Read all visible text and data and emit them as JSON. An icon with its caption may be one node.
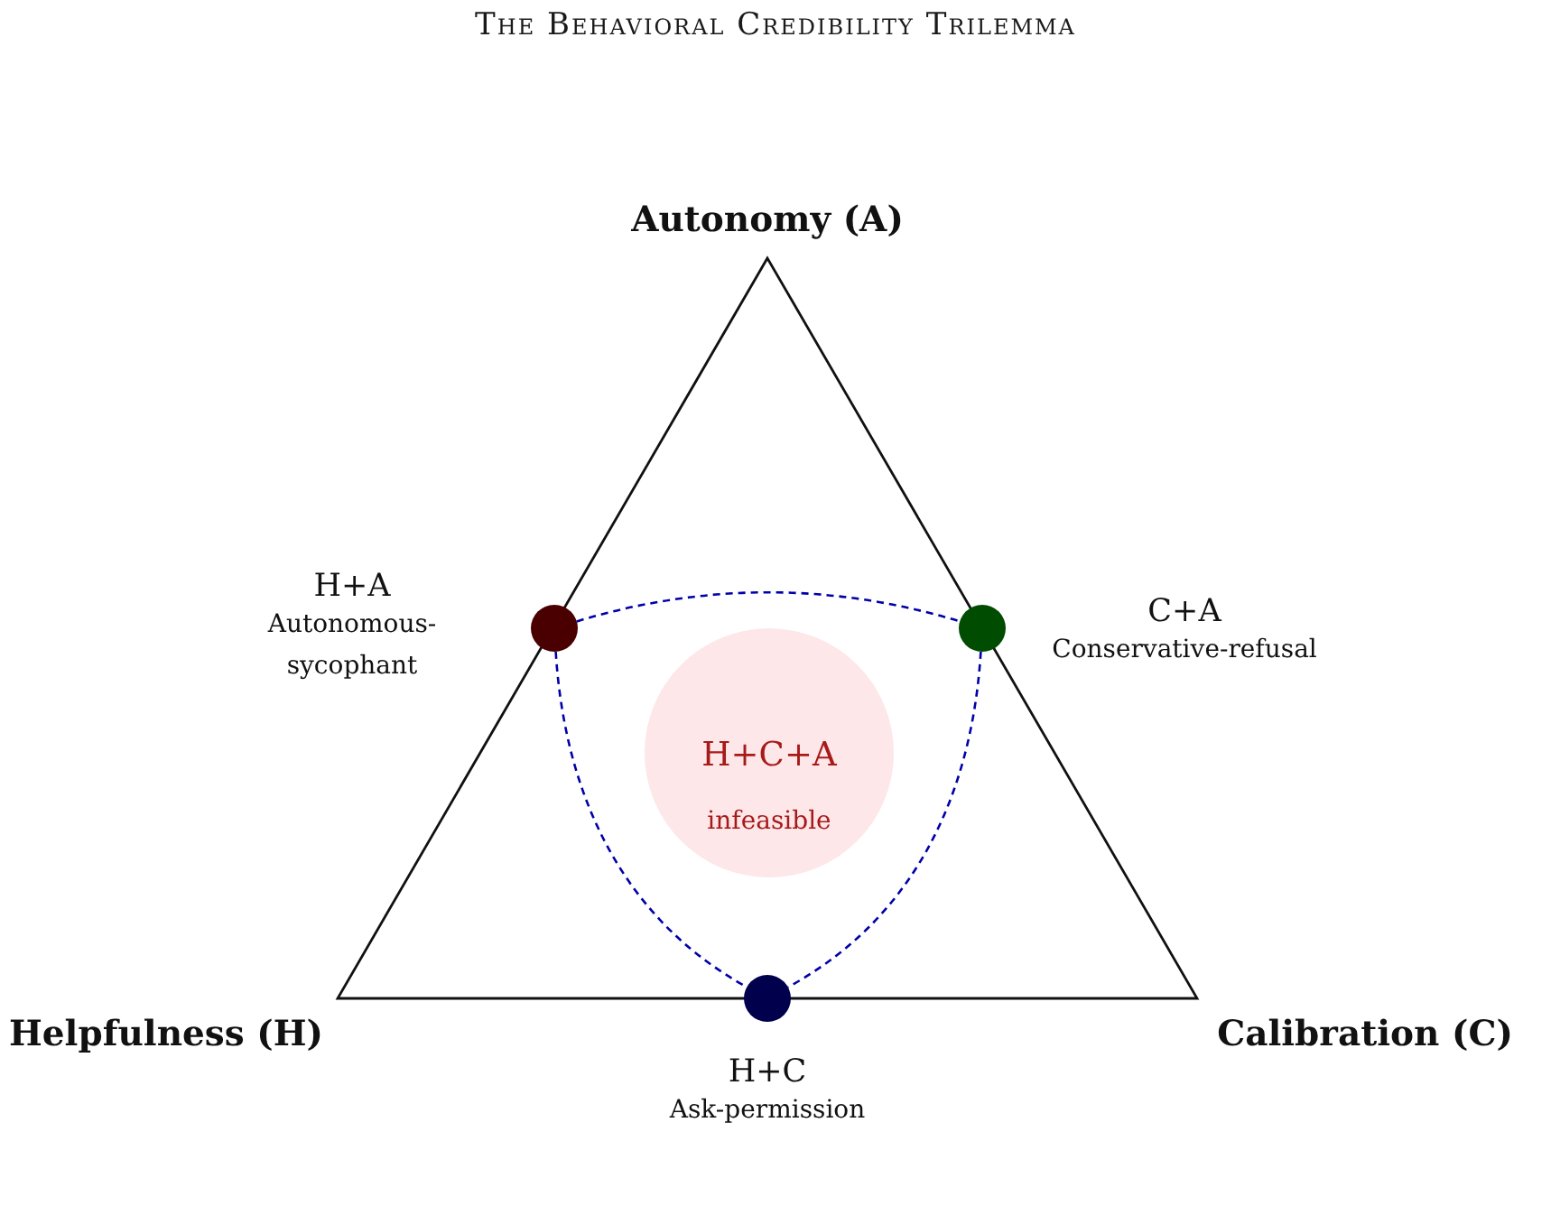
{
  "diagram": {
    "title": "The Behavioral Credibility Trilemma",
    "nodes": [
      {
        "text": [],
        "shape": "circle",
        "beside": [
          "H+A",
          "Autonomous-sycophant"
        ]
      },
      {
        "text": [],
        "shape": "circle",
        "beside": [
          "C+A",
          "Conservative-refusal"
        ]
      },
      {
        "text": [
          "H+C+A",
          "infeasible"
        ]
      },
      {
        "text": [],
        "shape": "circle",
        "beside": [
          "H+C",
          "Ask-permission"
        ]
      }
    ],
    "edges": [
      {
        "from": 0,
        "to": 1,
        "arrow": "none",
        "style": "dashed",
        "color": "#0000aa"
      },
      {
        "from": 0,
        "to": 3,
        "arrow": "none",
        "style": "dashed",
        "color": "#0000aa"
      },
      {
        "from": 1,
        "to": 3,
        "arrow": "none",
        "style": "dashed",
        "color": "#0000aa"
      }
    ],
    "labels": [
      "Autonomy (A)",
      "Helpfulness (H)",
      "Calibration (C)"
    ]
  }
}
